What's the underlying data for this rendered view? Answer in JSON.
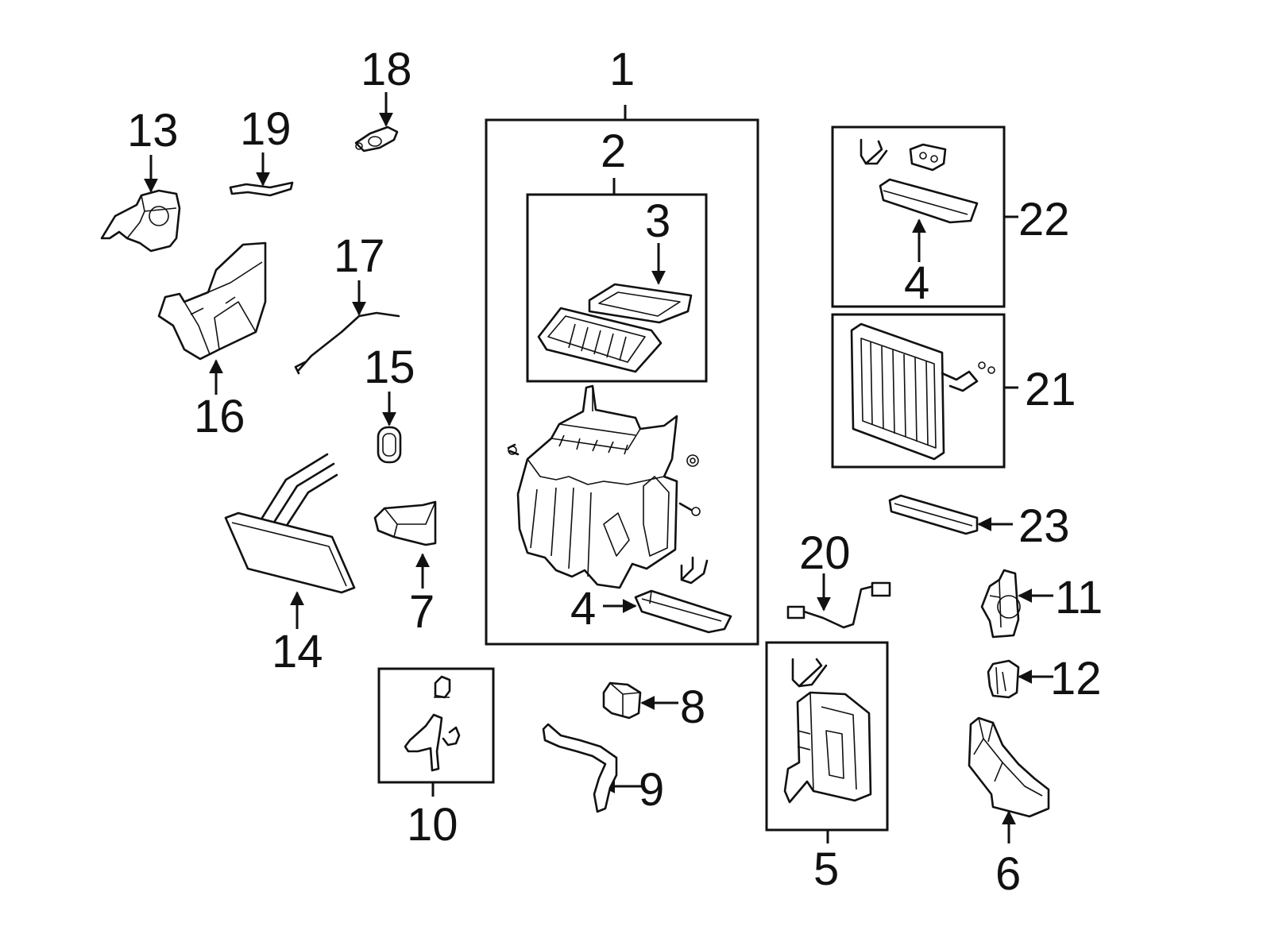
{
  "callouts": {
    "c1": "1",
    "c2": "2",
    "c3": "3",
    "c4a": "4",
    "c4b": "4",
    "c5": "5",
    "c6": "6",
    "c7": "7",
    "c8": "8",
    "c9": "9",
    "c10": "10",
    "c11": "11",
    "c12": "12",
    "c13": "13",
    "c14": "14",
    "c15": "15",
    "c16": "16",
    "c17": "17",
    "c18": "18",
    "c19": "19",
    "c20": "20",
    "c21": "21",
    "c22": "22",
    "c23": "23"
  }
}
